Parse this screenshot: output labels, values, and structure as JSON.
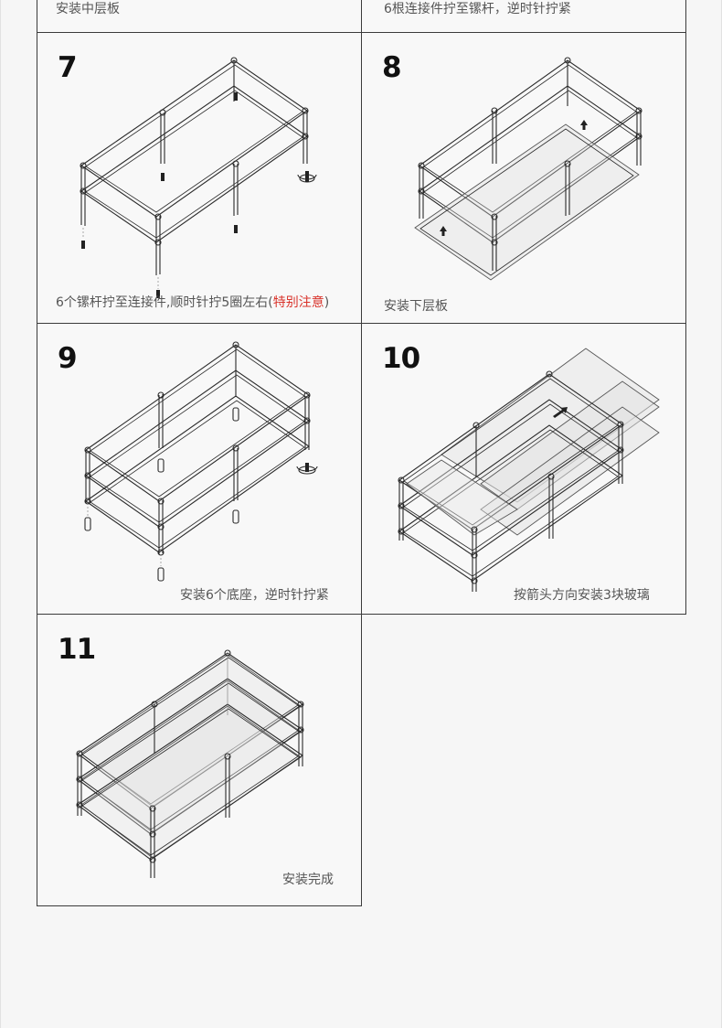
{
  "top_captions": {
    "left": "安装中层板",
    "right": "6根连接件拧至镙杆，逆时针拧紧"
  },
  "steps": [
    {
      "number": "7",
      "caption_main": "6个镙杆拧至连接件,顺时针拧5圈左右(",
      "caption_warn": "特别注意",
      "caption_end": ")"
    },
    {
      "number": "8",
      "caption_main": "安装下层板"
    },
    {
      "number": "9",
      "caption_main": "安装6个底座，逆时针拧紧"
    },
    {
      "number": "10",
      "caption_main": "按箭头方向安装3块玻璃"
    },
    {
      "number": "11",
      "caption_main": "安装完成"
    }
  ],
  "colors": {
    "warn": "#d9332b",
    "border": "#3b3b3b",
    "text": "#555555"
  },
  "icons": [
    "bolt-icon",
    "arrow-up-icon",
    "arrow-down-left-icon",
    "foot-pad-icon"
  ]
}
